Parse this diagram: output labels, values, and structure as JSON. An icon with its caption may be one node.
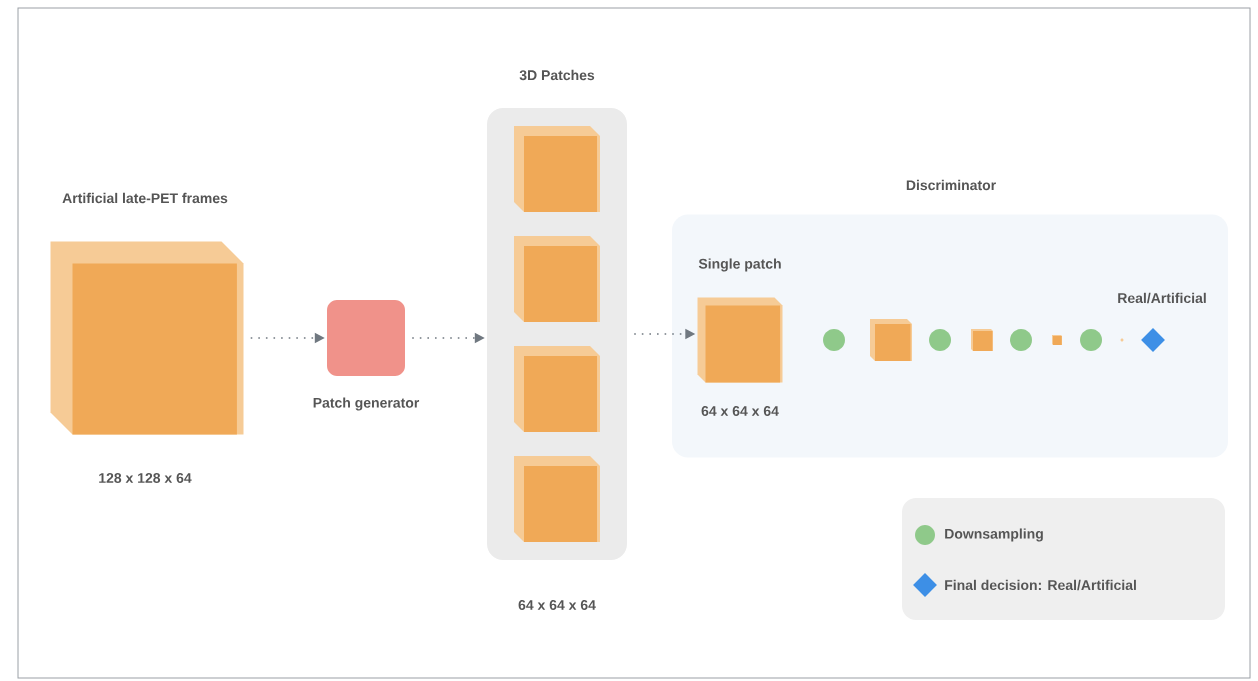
{
  "diagram": {
    "nodes": [
      {
        "text": [
          "Artificial late-PET frames"
        ],
        "beside": [
          "128 x 128 x 64"
        ]
      },
      {
        "text": [
          "Patch generator"
        ]
      },
      {
        "text": [
          "3D Patches"
        ],
        "beside": [
          "64 x 64 x 64"
        ]
      },
      {
        "text": [],
        "shape": "box",
        "in": 2
      },
      {
        "text": [],
        "shape": "box",
        "in": 2
      },
      {
        "text": [],
        "shape": "box",
        "in": 2
      },
      {
        "text": [],
        "shape": "box",
        "in": 2
      },
      {
        "text": [
          "Discriminator"
        ]
      },
      {
        "text": [
          "Single patch"
        ],
        "beside": [
          "64 x 64 x 64"
        ],
        "in": 7
      },
      {
        "text": [],
        "shape": "circle",
        "in": 7
      },
      {
        "text": [],
        "shape": "box",
        "in": 7
      },
      {
        "text": [],
        "shape": "circle",
        "in": 7
      },
      {
        "text": [],
        "shape": "box",
        "in": 7
      },
      {
        "text": [],
        "shape": "circle",
        "in": 7
      },
      {
        "text": [],
        "shape": "box",
        "in": 7
      },
      {
        "text": [],
        "shape": "circle",
        "in": 7
      },
      {
        "text": [
          "Real/Artificial"
        ],
        "in": 7
      }
    ],
    "edges": [
      {
        "from": 0,
        "to": 1,
        "arrow": "to"
      },
      {
        "from": 1,
        "to": 2,
        "arrow": "to"
      },
      {
        "from": 2,
        "to": 8,
        "arrow": "to"
      }
    ],
    "legend": [
      {
        "text": "Downsampling",
        "color": "#8fc98a"
      },
      {
        "text": "Final decision: Real/Artificial",
        "color": "#3d8fe6"
      }
    ]
  }
}
